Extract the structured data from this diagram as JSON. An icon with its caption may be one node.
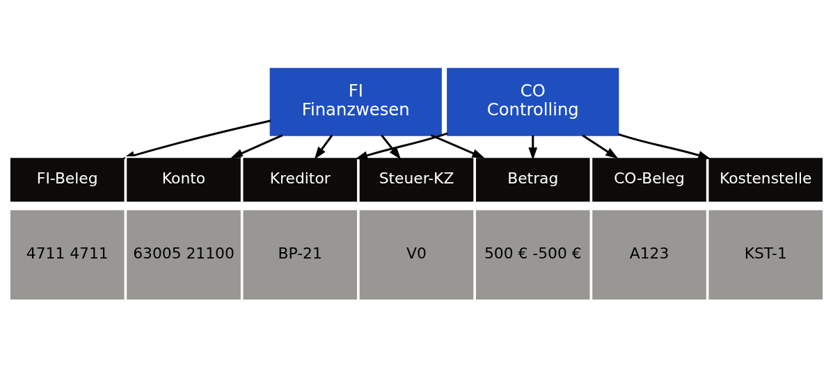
{
  "diagram": {
    "nodes": [
      {
        "text": [
          "FI",
          "Finanzwesen"
        ]
      },
      {
        "text": [
          "CO",
          "Controlling"
        ]
      },
      {
        "text": [
          "FI-Beleg"
        ]
      },
      {
        "text": [
          "Konto"
        ]
      },
      {
        "text": [
          "Kreditor"
        ]
      },
      {
        "text": [
          "Steuer-KZ"
        ]
      },
      {
        "text": [
          "Betrag"
        ]
      },
      {
        "text": [
          "CO-Beleg"
        ]
      },
      {
        "text": [
          "Kostenstelle"
        ]
      },
      {
        "text": [
          "4711 4711"
        ]
      },
      {
        "text": [
          "63005 21100"
        ]
      },
      {
        "text": [
          "BP-21"
        ]
      },
      {
        "text": [
          "V0"
        ]
      },
      {
        "text": [
          "500 € -500 €"
        ]
      },
      {
        "text": [
          "A123"
        ]
      },
      {
        "text": [
          "KST-1"
        ]
      }
    ],
    "edges": [
      {
        "from": 0,
        "to": 2,
        "arrow": "to"
      },
      {
        "from": 0,
        "to": 3,
        "arrow": "to"
      },
      {
        "from": 0,
        "to": 4,
        "arrow": "to"
      },
      {
        "from": 0,
        "to": 5,
        "arrow": "to"
      },
      {
        "from": 0,
        "to": 6,
        "arrow": "to"
      },
      {
        "from": 1,
        "to": 4,
        "arrow": "to"
      },
      {
        "from": 1,
        "to": 6,
        "arrow": "to"
      },
      {
        "from": 1,
        "to": 7,
        "arrow": "to"
      },
      {
        "from": 1,
        "to": 8,
        "arrow": "to"
      }
    ]
  }
}
